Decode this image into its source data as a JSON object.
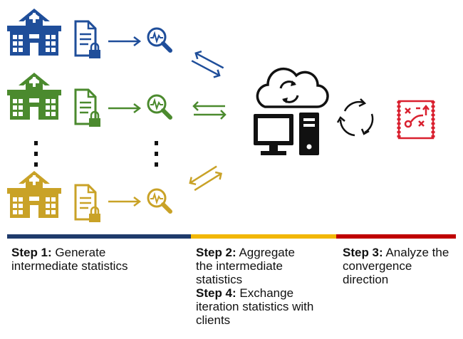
{
  "colors": {
    "blue": "#1f4e9a",
    "green": "#4b8a2e",
    "gold": "#c9a227",
    "red": "#d9202f",
    "black": "#111111",
    "bar_blue": "#1f3b6b",
    "bar_yellow": "#f2b705",
    "bar_red": "#c00000"
  },
  "icons": {
    "hospital": "hospital-icon",
    "document": "locked-document-icon",
    "analysis": "magnifier-pulse-icon",
    "exchange": "bidirectional-arrows-icon",
    "server": "cloud-computer-icon",
    "cycle": "cycle-arrows-icon",
    "strategy": "strategy-board-icon"
  },
  "steps": [
    {
      "title": "Step 1:",
      "lines": [
        " Generate",
        "intermediate statistics"
      ]
    },
    {
      "title": "Step 2:",
      "lines": [
        " Aggregate",
        "the intermediate",
        "statistics"
      ]
    },
    {
      "title": "Step 3:",
      "lines": [
        " Analyze the",
        "convergence",
        "direction"
      ]
    },
    {
      "title": "Step 4:",
      "lines": [
        " Exchange",
        "iteration statistics with",
        "clients"
      ]
    }
  ]
}
